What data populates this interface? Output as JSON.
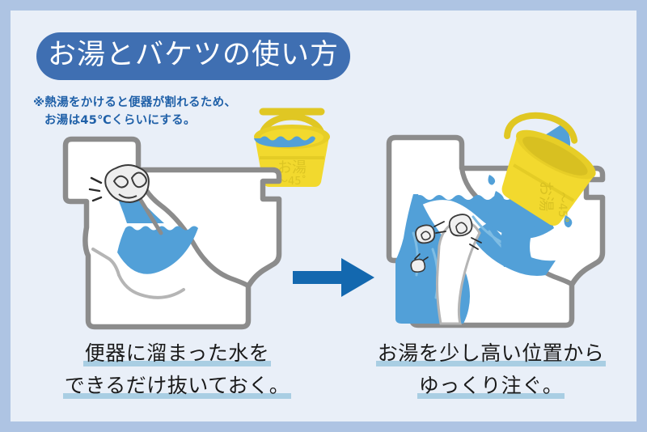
{
  "frame": {
    "border_color": "#aec4e3",
    "panel_color": "#e9eff8"
  },
  "header": {
    "title": "お湯とバケツの使い方",
    "title_pill_color": "#3f6fb2",
    "title_text_color": "#ffffff"
  },
  "note": {
    "line1": "※熱湯をかけると便器が割れるため、",
    "line2": "お湯は45℃くらいにする。",
    "color": "#1f60a8"
  },
  "bucket": {
    "label_main": "お湯",
    "label_temp": "〜45˚",
    "body_color": "#f2d92e",
    "rim_color": "#d9bc20",
    "water_color": "#52a0d8"
  },
  "arrow": {
    "color": "#1368af",
    "direction": "right"
  },
  "steps": [
    {
      "id": "step-1",
      "caption_line1": "便器に溜まった水を",
      "caption_line2": "できるだけ抜いておく。",
      "illustration": "toilet-cross-section-low-water",
      "description_items": [
        "toilet-bowl",
        "clog-paper-wad",
        "residual-water"
      ]
    },
    {
      "id": "step-2",
      "caption_line1": "お湯を少し高い位置から",
      "caption_line2": "ゆっくり注ぐ。",
      "illustration": "toilet-cross-section-pouring",
      "description_items": [
        "toilet-bowl",
        "tilted-bucket",
        "pouring-stream",
        "splash-droplets",
        "loosened-paper-bits"
      ]
    }
  ],
  "palette": {
    "toilet_outline": "#8c8c8c",
    "toilet_fill": "#ffffff",
    "water": "#52a0d8",
    "water_dark": "#3f8fcb",
    "highlight_underline": "#a9cee3",
    "caption_text": "#1a1a1a"
  }
}
